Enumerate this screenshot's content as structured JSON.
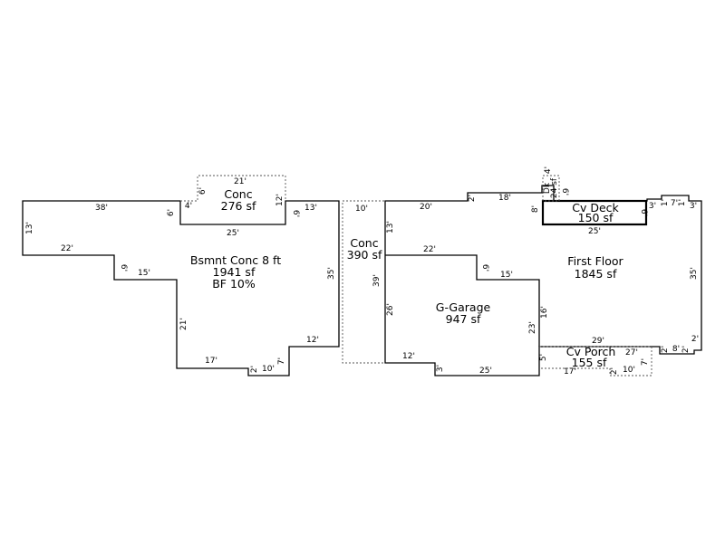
{
  "areas": {
    "basement": {
      "name": "Bsmnt Conc 8 ft",
      "size": "1941 sf",
      "note": "BF 10%"
    },
    "conc_top": {
      "name": "Conc",
      "size": "276 sf"
    },
    "conc_side": {
      "name": "Conc",
      "size": "390 sf"
    },
    "garage": {
      "name": "G-Garage",
      "size": "947 sf"
    },
    "first_floor": {
      "name": "First Floor",
      "size": "1845 sf"
    },
    "cv_deck": {
      "name": "Cv Deck",
      "size": "150 sf"
    },
    "cv_porch": {
      "name": "Cv Porch",
      "size": "155 sf"
    },
    "dk": {
      "name": "Dk",
      "size": "24 sf"
    }
  },
  "dims": {
    "b_38": "38'",
    "b_13": "13'",
    "b_22": "22'",
    "b_6a": "6'",
    "b_15": "15'",
    "b_21": "21'",
    "b_17": "17'",
    "b_2": "2'",
    "b_10": "10'",
    "b_7": "7'",
    "b_12": "12'",
    "b_35": "35'",
    "b_13r": "13'",
    "b_6b": "6'",
    "b_4": "4'",
    "b_25": "25'",
    "c_21": "21'",
    "c_6": "6'",
    "c_12": "12'",
    "s_10": "10'",
    "s_39": "39'",
    "f_20": "20'",
    "f_2": "2'",
    "f_18": "18'",
    "f_8": "8'",
    "f_13": "13'",
    "f_26": "26'",
    "f_22": "22'",
    "f_6": "6'",
    "f_15": "15'",
    "f_16": "16'",
    "f_23": "23'",
    "f_12": "12'",
    "f_3": "3'",
    "f_25": "25'",
    "f_29": "29'",
    "f_35": "35'",
    "f_2r": "2'",
    "f_8b": "8'",
    "f_2b": "2'",
    "f_2c": "2'",
    "f_3r": "3'",
    "f_1": "1'",
    "f_7": "7'",
    "f_1b": "1'",
    "d_6": "6'",
    "d_3": "3'",
    "d_25": "25'",
    "p_27": "27'",
    "p_7": "7'",
    "p_2": "2'",
    "p_10": "10'",
    "p_17": "17'",
    "p_5": "5'",
    "k_4": "4'",
    "k_6": "6'"
  }
}
